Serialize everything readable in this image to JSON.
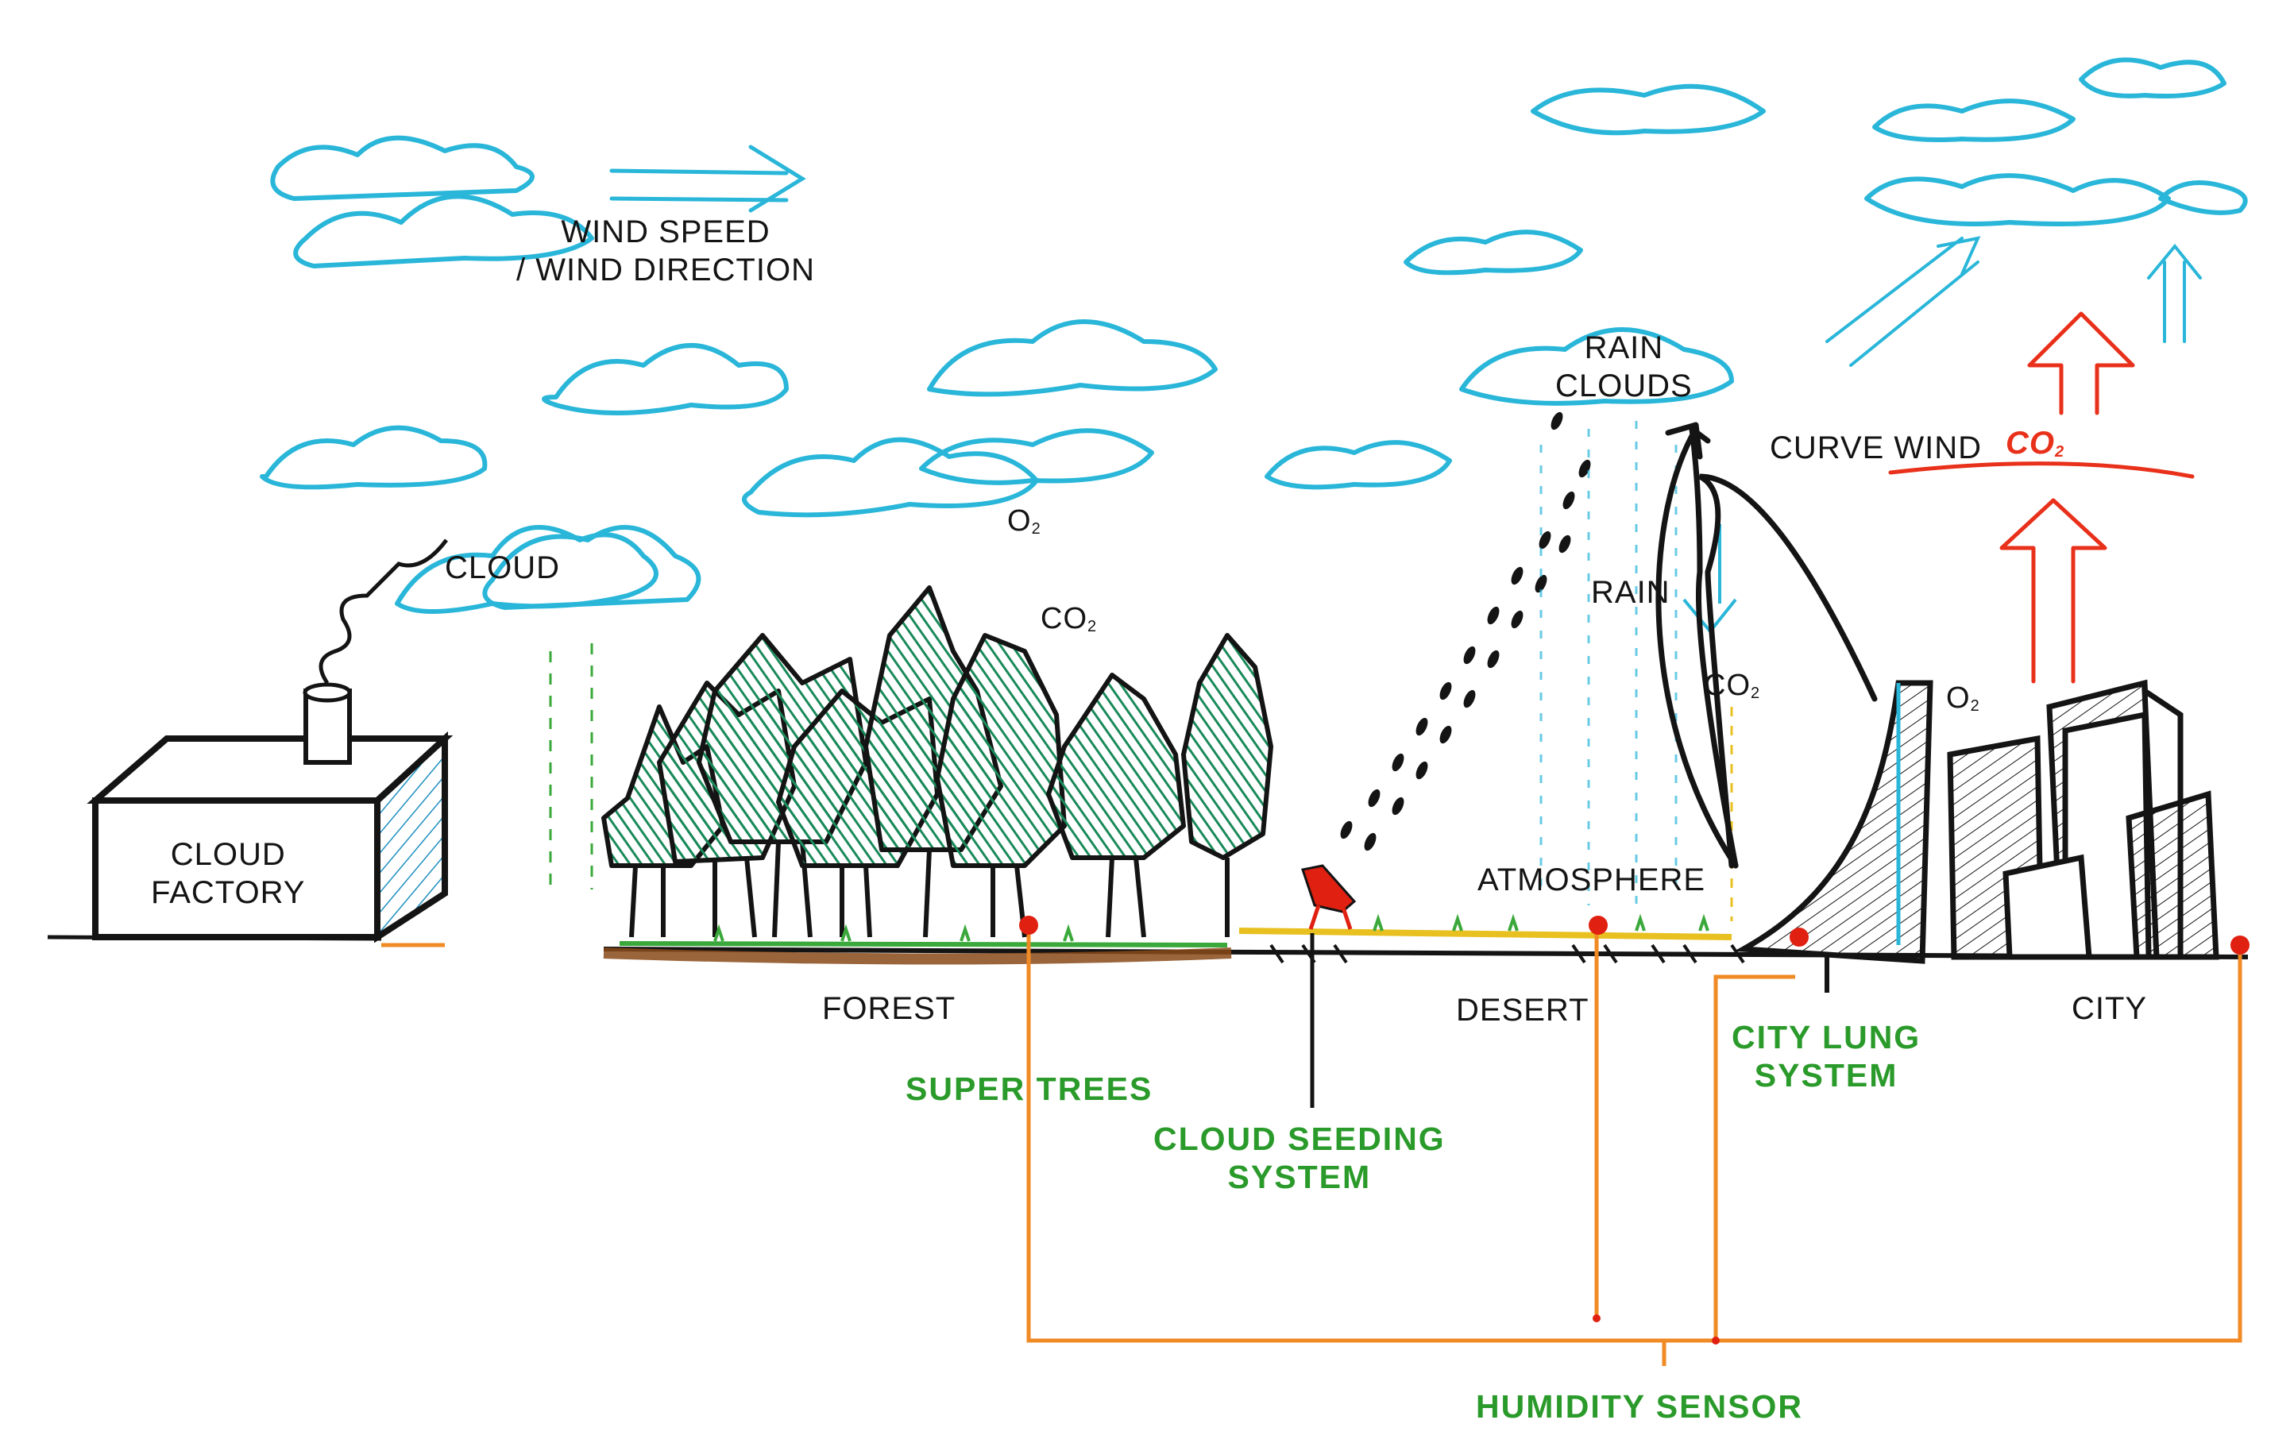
{
  "labels": {
    "wind": "WIND SPEED\n/ WIND DIRECTION",
    "cloud": "CLOUD",
    "cloud_factory": "CLOUD\nFACTORY",
    "o2_forest": "O",
    "co2_forest": "CO",
    "rain_clouds": "RAIN\nCLOUDS",
    "rain": "RAIN",
    "co2_desert": "CO",
    "curve_wind": "CURVE WIND",
    "co2_city": "CO",
    "o2_city": "O",
    "atmosphere": "ATMOSPHERE",
    "forest": "FOREST",
    "desert": "DESERT",
    "city": "CITY",
    "super_trees": "SUPER TREES",
    "cloud_seeding": "CLOUD SEEDING\nSYSTEM",
    "city_lung": "CITY LUNG\nSYSTEM",
    "humidity_sensor": "HUMIDITY SENSOR"
  },
  "subscripts": {
    "two": "2"
  },
  "colors": {
    "ink": "#141414",
    "cloud_cyan": "#29b6d9",
    "tree_green": "#1a8a5a",
    "grass_green": "#3aa83a",
    "soil_brown": "#8a4a1a",
    "sensor_orange": "#f08a24",
    "sensor_red": "#e02010",
    "label_green": "#2a9a2a",
    "sand_yellow": "#e8c020",
    "heat_red": "#e8301a"
  }
}
